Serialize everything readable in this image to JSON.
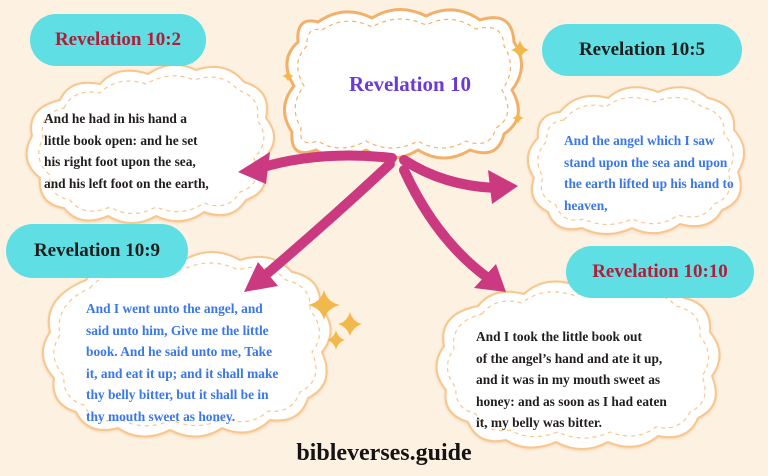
{
  "center": {
    "title": "Revelation 10"
  },
  "nodes": [
    {
      "id": "rev-10-2",
      "label": "Revelation 10:2",
      "lines": [
        "And he had in his hand a",
        "little book open: and he set",
        "his right foot upon the sea,",
        "and his left foot on the earth,"
      ],
      "color": "#231e1e",
      "label_color": "#b01e3a"
    },
    {
      "id": "rev-10-5",
      "label": "Revelation 10:5",
      "lines": [
        "And the angel which I saw",
        "stand upon the sea and upon",
        "the earth lifted up his hand to",
        "heaven,"
      ],
      "color": "#3a77e8",
      "label_color": "#1e1e1e"
    },
    {
      "id": "rev-10-9",
      "label": "Revelation 10:9",
      "lines": [
        "And I went unto the angel, and",
        "said unto him, Give me the little",
        "book. And he said unto me, Take",
        "it, and eat it up; and it shall make",
        "thy belly bitter, but it shall be in",
        "thy mouth sweet as honey."
      ],
      "color": "#3a77e8",
      "label_color": "#1e1e1e"
    },
    {
      "id": "rev-10-10",
      "label": "Revelation 10:10",
      "lines": [
        "And I took the little book out",
        "of the angel’s hand and ate it up,",
        "and it was in my mouth sweet as",
        "honey: and as soon as I had eaten",
        "it, my belly was bitter."
      ],
      "color": "#231e1e",
      "label_color": "#b01e3a"
    }
  ],
  "footer": "bibleverses.guide",
  "colors": {
    "background": "#fdf1e2",
    "pill": "#5fdee3",
    "arrow": "#cb3a80",
    "cloud_border": "#f5c07a",
    "sparkle": "#f2b84b",
    "center_title": "#6b3ad6"
  }
}
